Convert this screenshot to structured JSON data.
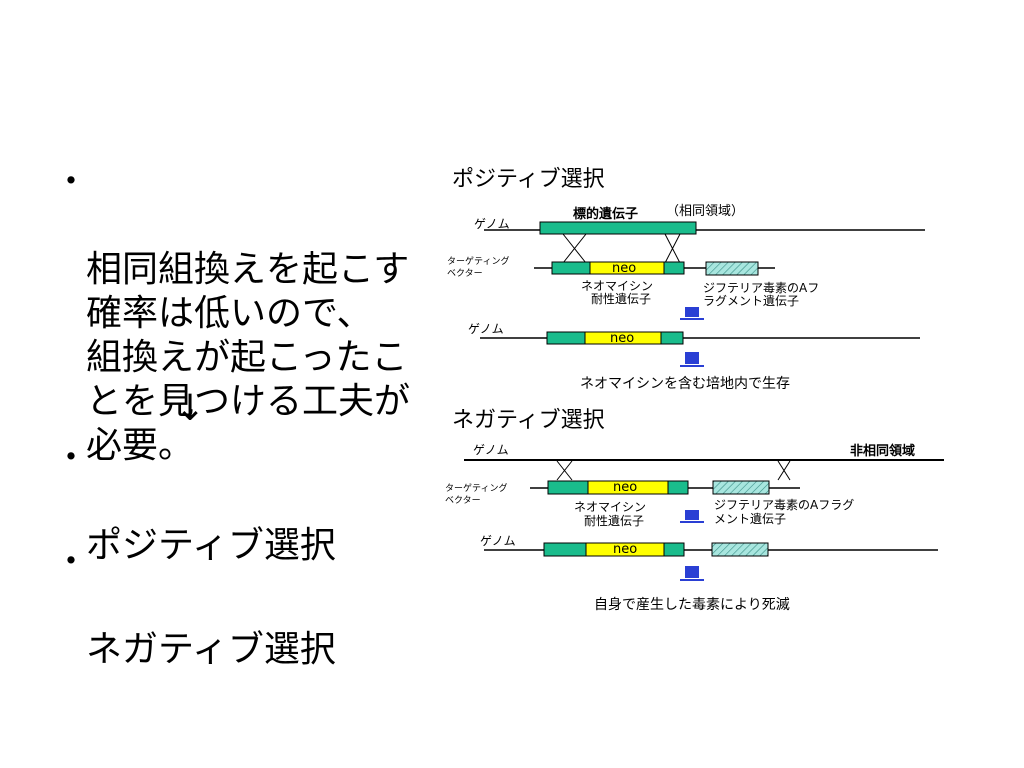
{
  "bullets": {
    "item1": "相同組換えを起こす\n確率は低いので、\n組換えが起こったこ\nとを見つける工夫が\n必要。",
    "arrow": "↓",
    "item2": "ポジティブ選択",
    "item3": "ネガティブ選択",
    "dot": "・"
  },
  "positive": {
    "title": "ポジティブ選択",
    "genome_label": "ゲノム",
    "target_gene": "標的遺伝子",
    "homologous_region": "（相同領域）",
    "vector_label_1": "ターゲティング",
    "vector_label_2": "ベクター",
    "neo": "neo",
    "neo_resistance_1": "ネオマイシン",
    "neo_resistance_2": "耐性遺伝子",
    "dta_1": "ジフテリア毒素のAフ",
    "dta_2": "ラグメント遺伝子",
    "genome_label_2": "ゲノム",
    "neo_2": "neo",
    "survive": "ネオマイシンを含む培地内で生存"
  },
  "negative": {
    "title": "ネガティブ選択",
    "genome_label": "ゲノム",
    "non_homologous": "非相同領域",
    "vector_label_1": "ターゲティング",
    "vector_label_2": "ベクター",
    "neo": "neo",
    "neo_resistance_1": "ネオマイシン",
    "neo_resistance_2": "耐性遺伝子",
    "dta_1": "ジフテリア毒素のAフラグ",
    "dta_2": "メント遺伝子",
    "genome_label_2": "ゲノム",
    "neo_2": "neo",
    "death": "自身で産生した毒素により死滅"
  },
  "colors": {
    "green": "#1abc8c",
    "yellow": "#ffff00",
    "hatch": "#a8e6df",
    "arrow_blue": "#2a3fd4"
  }
}
